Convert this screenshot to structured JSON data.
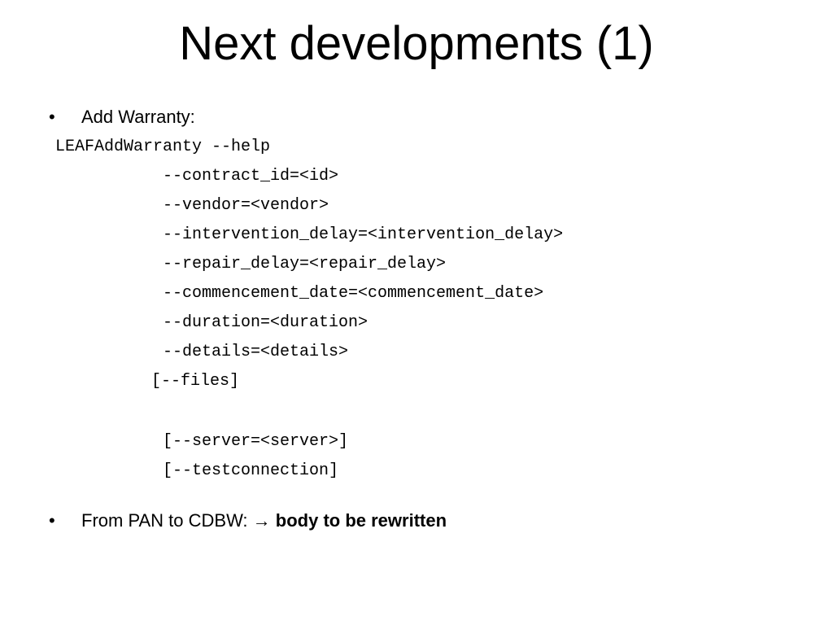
{
  "slide": {
    "title": "Next developments (1)"
  },
  "bullets": [
    {
      "symbol": "•",
      "text": "Add Warranty:"
    },
    {
      "symbol": "•",
      "text": "From PAN to CDBW: ",
      "arrow": "→",
      "emphasis": "body to be rewritten"
    }
  ],
  "code": {
    "command": "LEAFAddWarranty --help",
    "options": [
      "--contract_id=<id>",
      "--vendor=<vendor>",
      "--intervention_delay=<intervention_delay>",
      "--repair_delay=<repair_delay>",
      "--commencement_date=<commencement_date>",
      "--duration=<duration>",
      "--details=<details>"
    ],
    "files_option": "[--files]",
    "optional_options": [
      "[--server=<server>]",
      "[--testconnection]"
    ]
  }
}
